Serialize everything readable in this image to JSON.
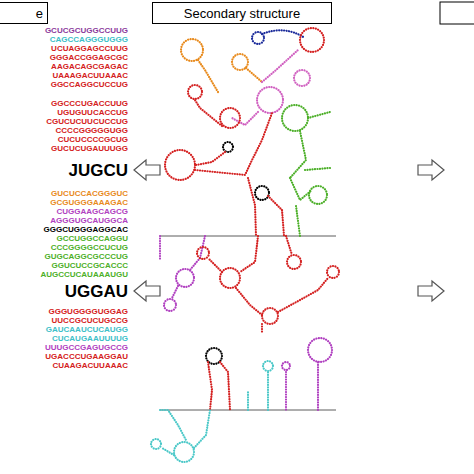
{
  "diagram": {
    "nodes": [
      {
        "text": [
          "e"
        ]
      },
      {
        "text": [
          "Secondary structure"
        ]
      }
    ],
    "labels": [
      "GCUCGCUGGCCUUG",
      "CAGCCAGGGUGGG",
      "UCUAGGAGCCUUG",
      "GGGACCGGAGCGC",
      "AAGACAGCGAGAC",
      "UAAAGACUUAAAC",
      "GGCCAGGCUCCUG",
      "GGCCCUGACCUUG",
      "UGUGUUCACCUG",
      "CGUCUCUUCUCCUG",
      "CCCCGGGGGUGG",
      "CUCUCCCCGCUG",
      "GUCUCUGAUUUGG",
      "JUGCU",
      "GUCUCCACGGGUC",
      "GCGUGGGAAAGAC",
      "CUGGAAGCAGCG",
      "AGGGUGCAUGGCA",
      "GGGCUGGGAGGCAC",
      "GCCUGGCCAGGU",
      "CCCGGGGCCUCUG",
      "GUGCAGGCGCCCUG",
      "GGUCUCCGCACCC",
      "AUGCCUCAUAAAUGU",
      "UGGAU",
      "GGGUGGGGUGGAG",
      "UUCCGCUCUGCCG",
      "GAUCAAUCUCAUGG",
      "CUCAUGAAUUUUG",
      "UUUGCCGAGUGCCG",
      "UGACCCUGAAGGAU",
      "CUAAGACUUAAAC"
    ]
  }
}
